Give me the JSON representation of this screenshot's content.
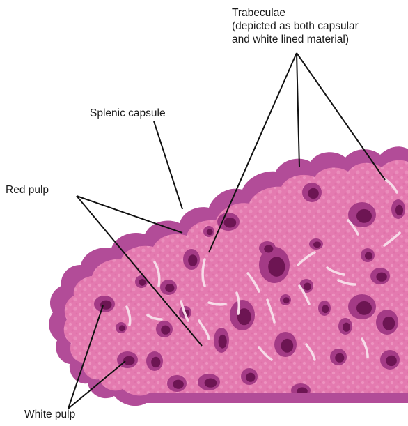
{
  "labels": {
    "trabeculae": {
      "line1": "Trabeculae",
      "line2": "(depicted as both capsular",
      "line3": "and white lined material)"
    },
    "splenic_capsule": "Splenic capsule",
    "red_pulp": "Red pulp",
    "white_pulp": "White pulp"
  },
  "colors": {
    "capsule": "#b24c98",
    "red_pulp": "#e47ab0",
    "red_pulp_speckle": "#f3a6cb",
    "white_pulp_outer": "#a43a86",
    "white_pulp_inner": "#6d1553",
    "trabecula_line": "#f6dbe8",
    "leader_line": "#111111"
  }
}
